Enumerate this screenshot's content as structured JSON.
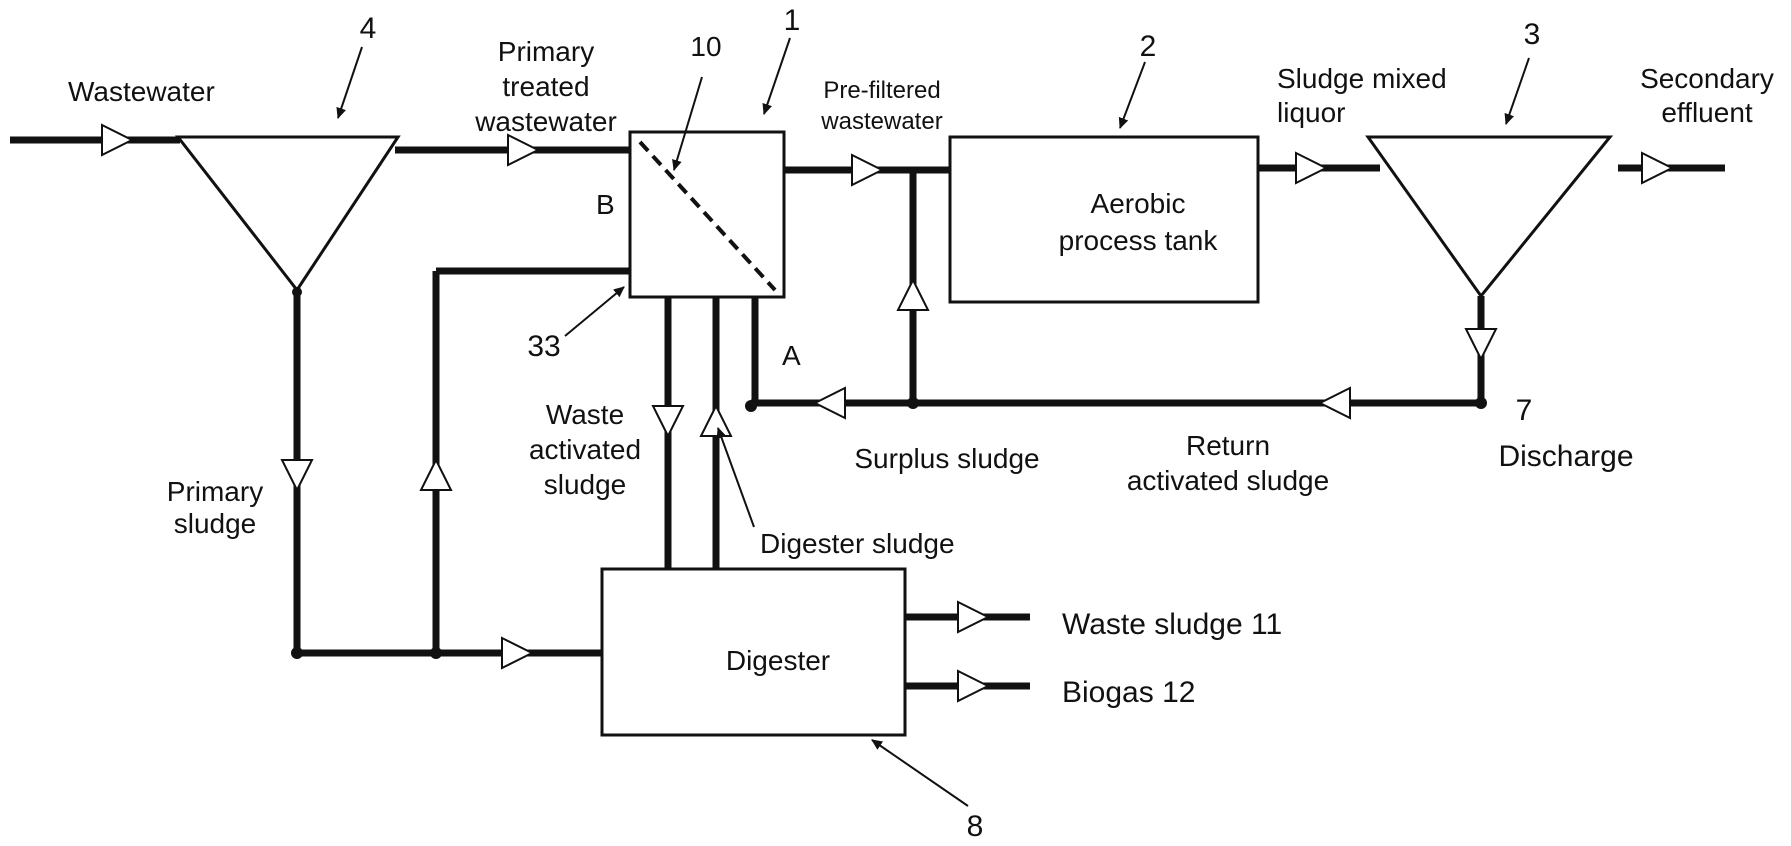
{
  "labels": {
    "wastewater": "Wastewater",
    "primary_treated_1": "Primary",
    "primary_treated_2": "treated",
    "primary_treated_3": "wastewater",
    "prefiltered_1": "Pre-filtered",
    "prefiltered_2": "wastewater",
    "sludge_mixed_1": "Sludge mixed",
    "sludge_mixed_2": "liquor",
    "secondary_1": "Secondary",
    "secondary_2": "effluent",
    "aerobic_1": "Aerobic",
    "aerobic_2": "process tank",
    "b": "B",
    "a": "A",
    "waste_activated_1": "Waste",
    "waste_activated_2": "activated",
    "waste_activated_3": "sludge",
    "surplus": "Surplus sludge",
    "return_1": "Return",
    "return_2": "activated sludge",
    "discharge": "Discharge",
    "primary_sludge_1": "Primary",
    "primary_sludge_2": "sludge",
    "digester_sludge": "Digester sludge",
    "digester": "Digester",
    "waste_sludge": "Waste sludge 11",
    "biogas": "Biogas 12"
  },
  "refs": {
    "n4": "4",
    "n10": "10",
    "n1": "1",
    "n2": "2",
    "n3": "3",
    "n33": "33",
    "n7": "7",
    "n8": "8"
  }
}
